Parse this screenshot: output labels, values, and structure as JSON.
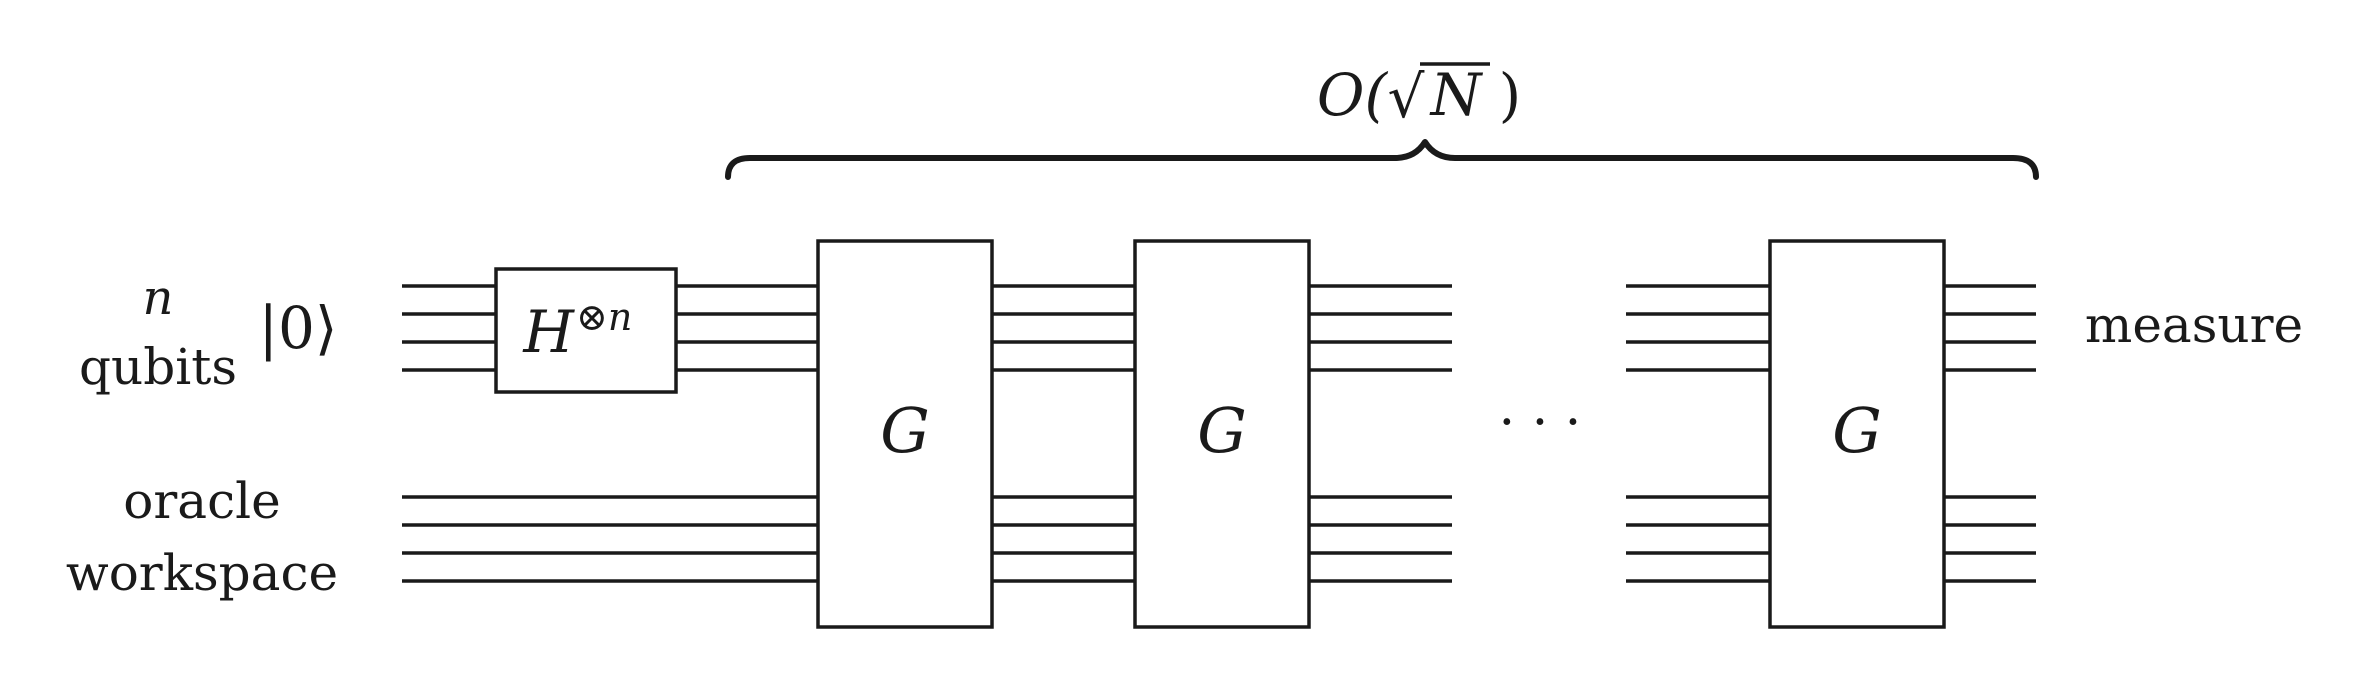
{
  "labels": {
    "n": "n",
    "qubits": "qubits",
    "ket_zero": "|0⟩",
    "oracle": "oracle",
    "workspace": "workspace",
    "measure": "measure",
    "ellipsis": "· · ·"
  },
  "hadamard": {
    "base": "H",
    "exponent": "⊗n"
  },
  "iterations": {
    "O": "O(",
    "sqrt": "√",
    "N": "N",
    "close": ")"
  },
  "gates": [
    {
      "label": "G"
    },
    {
      "label": "G"
    },
    {
      "label": "G"
    }
  ]
}
